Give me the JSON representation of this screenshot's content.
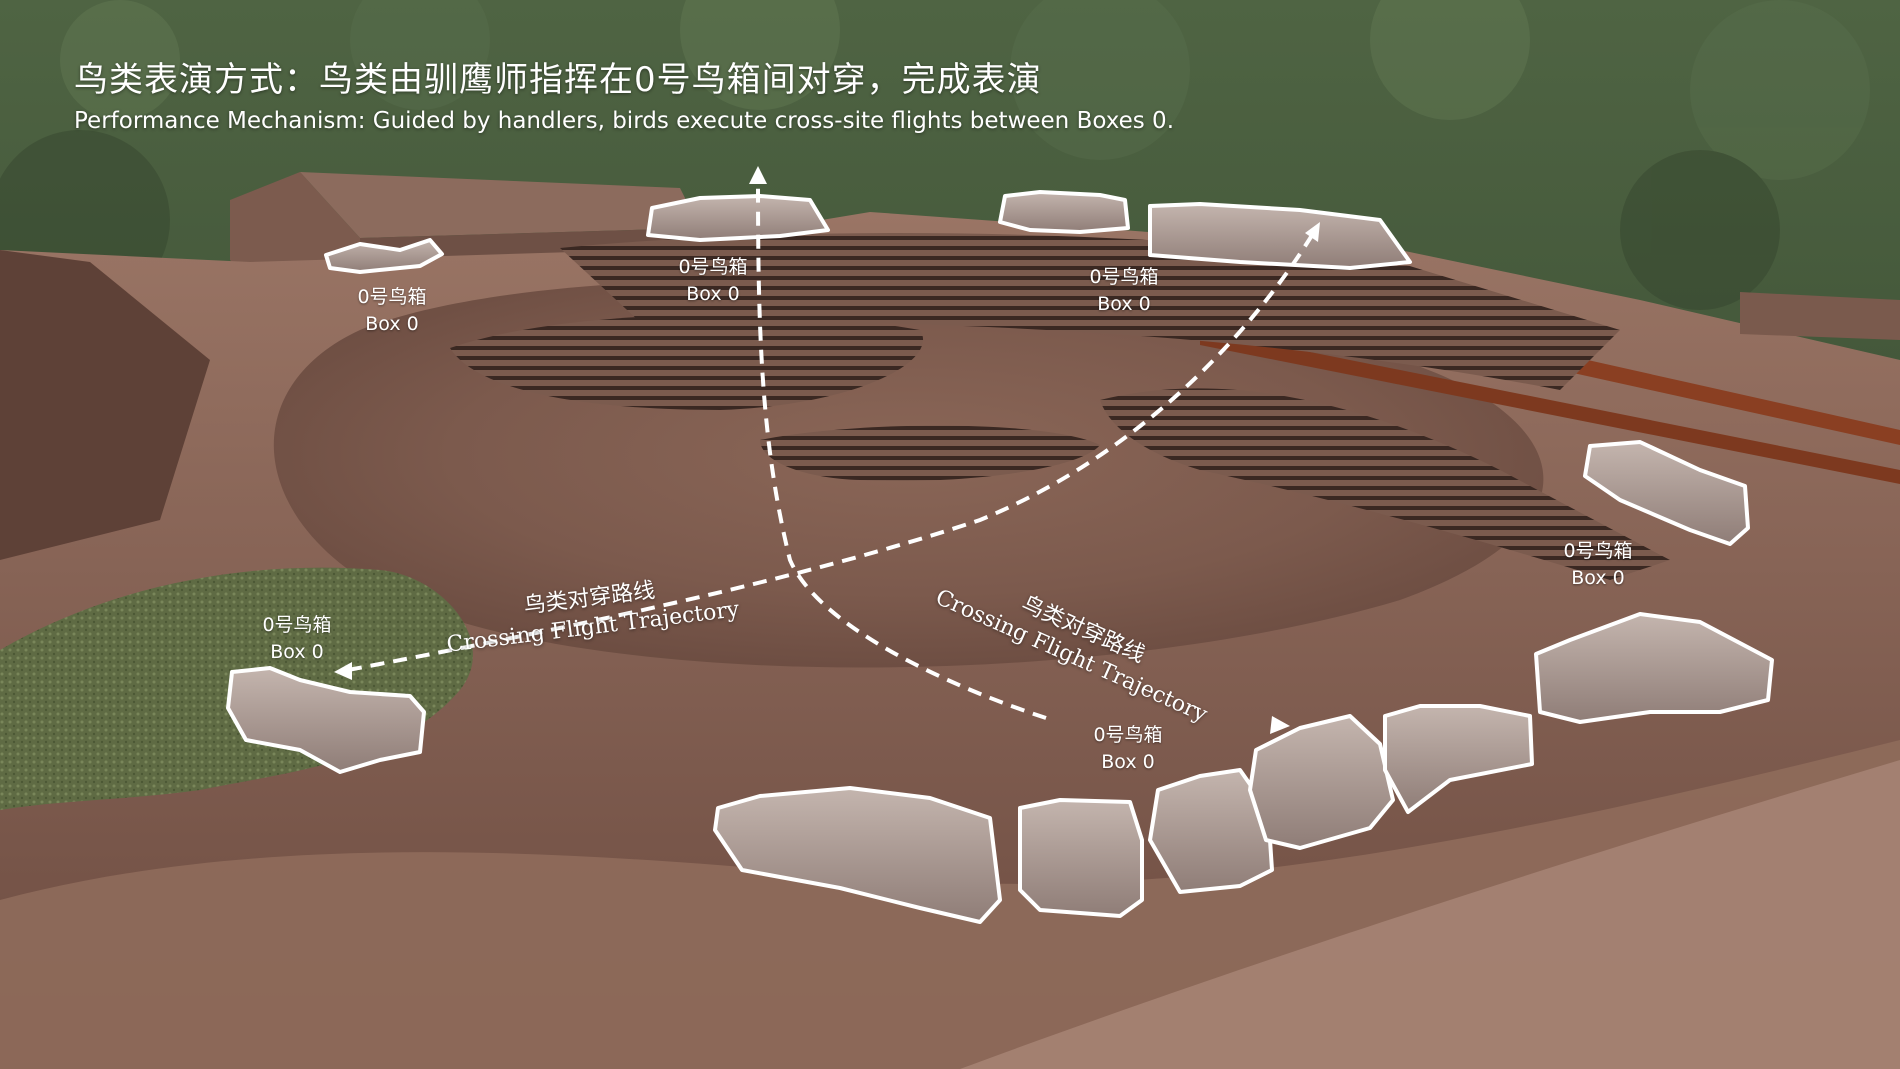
{
  "title": {
    "zh": "鸟类表演方式：鸟类由驯鹰师指挥在0号鸟箱间对穿，完成表演",
    "en": "Performance Mechanism: Guided by handlers, birds execute cross-site flights between Boxes 0."
  },
  "box_labels": [
    {
      "zh": "0号鸟箱",
      "en": "Box 0"
    },
    {
      "zh": "0号鸟箱",
      "en": "Box 0"
    },
    {
      "zh": "0号鸟箱",
      "en": "Box 0"
    },
    {
      "zh": "0号鸟箱",
      "en": "Box 0"
    },
    {
      "zh": "0号鸟箱",
      "en": "Box 0"
    },
    {
      "zh": "0号鸟箱",
      "en": "Box 0"
    }
  ],
  "trajectory_labels": [
    {
      "zh": "鸟类对穿路线",
      "en": "Crossing Flight Trajectory"
    },
    {
      "zh": "鸟类对穿路线",
      "en": "Crossing Flight Trajectory"
    }
  ],
  "colors": {
    "forest": "#3f5236",
    "terrain": "#7a574b",
    "rust": "#8a3f22",
    "box_fill": "#a7958f",
    "outline": "#ffffff"
  }
}
